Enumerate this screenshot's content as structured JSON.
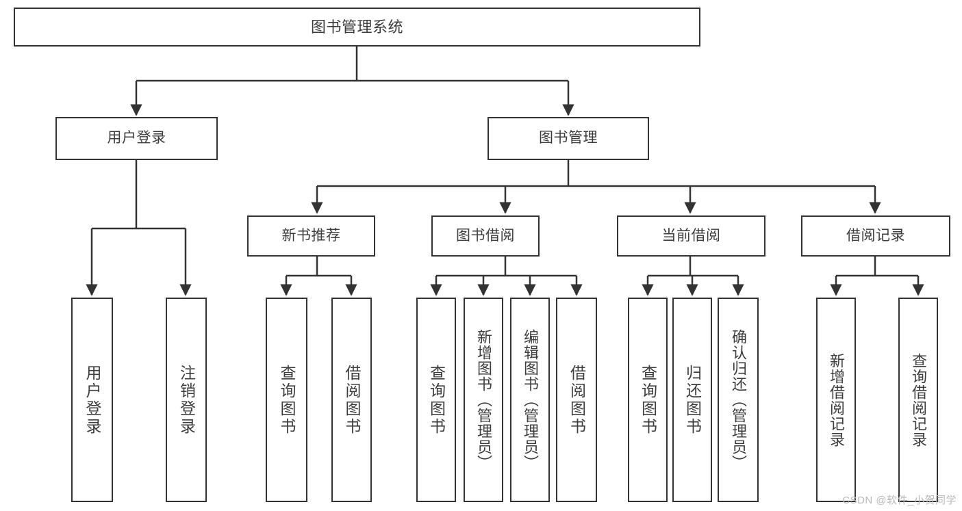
{
  "diagram": {
    "title_node": "图书管理系统",
    "watermark": "CSDN @软件_小贺同学",
    "stroke_color": "#333333",
    "text_color": "#3c3c3c",
    "background_color": "#ffffff",
    "type": "tree-hierarchy",
    "levels": 3
  },
  "nodes": {
    "root": {
      "label": "图书管理系统"
    },
    "level2": [
      {
        "label": "用户登录"
      },
      {
        "label": "图书管理"
      }
    ],
    "level3": [
      {
        "label": "新书推荐"
      },
      {
        "label": "图书借阅"
      },
      {
        "label": "当前借阅"
      },
      {
        "label": "借阅记录"
      }
    ],
    "leaves": {
      "user_login": [
        {
          "label": "用户登录"
        },
        {
          "label": "注销登录"
        }
      ],
      "new_book_recommend": [
        {
          "label": "查询图书"
        },
        {
          "label": "借阅图书"
        }
      ],
      "book_borrow": [
        {
          "label": "查询图书"
        },
        {
          "label": "新增图书（管理员）"
        },
        {
          "label": "编辑图书（管理员）"
        },
        {
          "label": "借阅图书"
        }
      ],
      "current_borrow": [
        {
          "label": "查询图书"
        },
        {
          "label": "归还图书"
        },
        {
          "label": "确认归还（管理员）"
        }
      ],
      "borrow_record": [
        {
          "label": "新增借阅记录"
        },
        {
          "label": "查询借阅记录"
        }
      ]
    }
  }
}
